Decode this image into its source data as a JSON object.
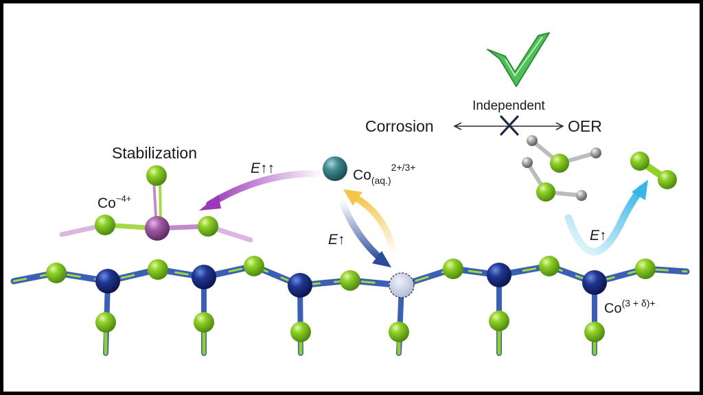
{
  "labels": {
    "independent": "Independent",
    "corrosion": "Corrosion",
    "oer": "OER",
    "stabilization": "Stabilization",
    "co_stab_base": "Co",
    "co_stab_sup": "~4+",
    "co_aq_base": "Co",
    "co_aq_sub": "(aq.)",
    "co_aq_sup": "2+/3+",
    "co_lat_base": "Co",
    "co_lat_sup": "(3 + δ)+",
    "e_up_up": "E↑↑",
    "e_up_left": "E↑",
    "e_up_right": "E↑"
  },
  "colors": {
    "green_atom": "#7cc31e",
    "blue_atom": "#1f3590",
    "purple_atom": "#a05ba6",
    "teal_atom": "#3f8a8f",
    "vacancy": "#c9cfe3",
    "bond_blue": "#4d73c4",
    "arrow_purple": "#9b38b8",
    "arrow_yellow": "#f3c64a",
    "arrow_navy": "#2a4a9a",
    "arrow_cyan": "#36b6e6",
    "check_green": "#4fbf57",
    "h_atom": "#a9a9a9"
  },
  "icons": {
    "check": "check-icon",
    "cross": "cross-icon"
  }
}
